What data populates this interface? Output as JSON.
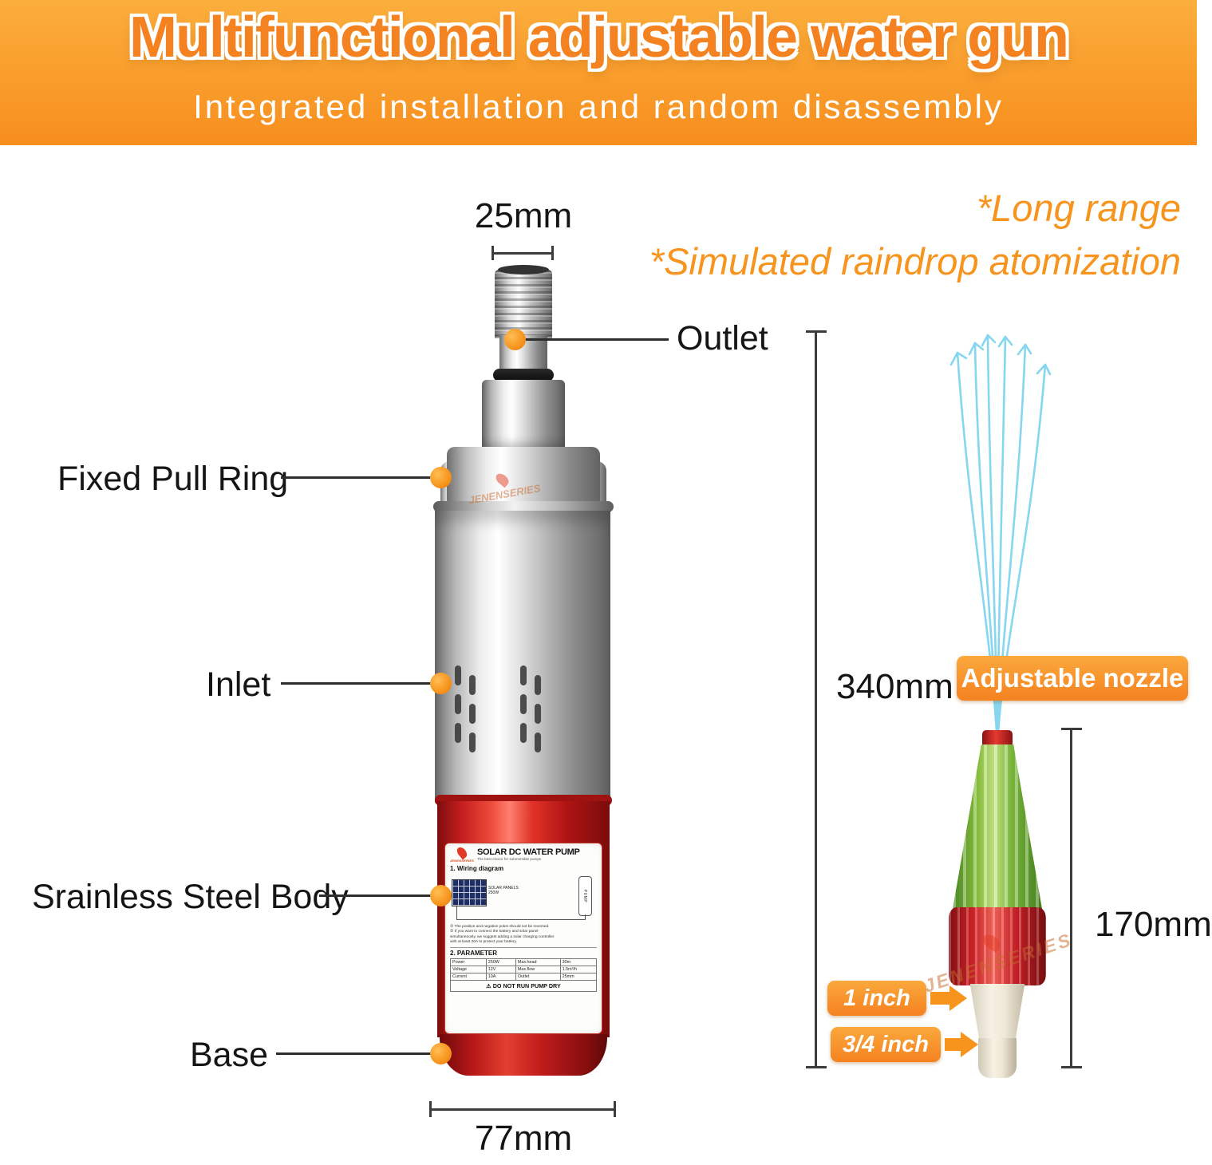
{
  "header": {
    "title": "Multifunctional adjustable water gun",
    "subtitle": "Integrated installation and random disassembly"
  },
  "features": {
    "line1": "*Long range",
    "line2": "*Simulated raindrop atomization"
  },
  "pump": {
    "dim_top": "25mm",
    "dim_bottom": "77mm",
    "callout_outlet": "Outlet",
    "callout_pull_ring": "Fixed Pull Ring",
    "callout_inlet": "Inlet",
    "callout_body": "Srainless Steel Body",
    "callout_base": "Base",
    "label": {
      "brand": "JENENSERIES",
      "title": "SOLAR DC WATER PUMP",
      "subtitle": "The best choice for submersible pumps",
      "wiring_heading": "1. Wiring diagram",
      "solar_panel_line1": "SOLAR PANELS",
      "solar_panel_line2": "250W",
      "pump_symbol": "PUMP",
      "notes": [
        "① The positive and negative poles should not be reversed.",
        "② If you want to connect the battery and solar panel",
        "simultaneously, we suggest adding a solar charging controller",
        "with at least 20A to protect your battery."
      ],
      "parameter_heading": "2. PARAMETER",
      "table": [
        [
          "Power",
          "250W",
          "Max.head",
          "30m"
        ],
        [
          "Voltage",
          "12V",
          "Max.flow",
          "1.5m³/h"
        ],
        [
          "Current",
          "10A",
          "Outlet",
          "25mm"
        ]
      ],
      "warning": "⚠ DO NOT RUN PUMP DRY"
    }
  },
  "nozzle": {
    "dim_height": "340mm",
    "badge": "Adjustable nozzle",
    "dim_nozzle": "170mm",
    "size_1": "1 inch",
    "size_2": "3/4 inch"
  },
  "watermark": "JENENSERIES",
  "colors": {
    "accent_orange": "#f7941d",
    "pump_red": "#d42a22",
    "nozzle_green": "#7cbf3c",
    "spray_blue": "#7fd4ee"
  }
}
